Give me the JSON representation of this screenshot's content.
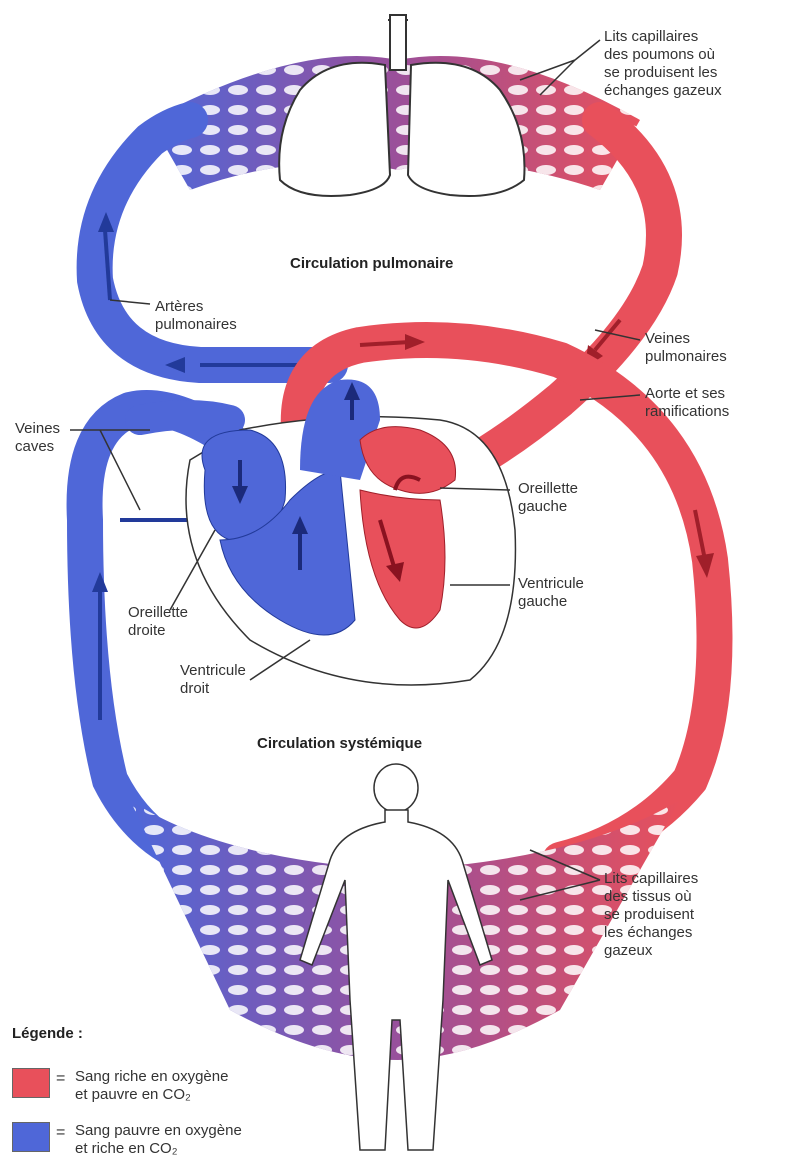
{
  "titles": {
    "pulmonary": "Circulation pulmonaire",
    "systemic": "Circulation systémique"
  },
  "labels": {
    "lung_capillaries": "Lits capillaires\ndes poumons où\nse produisent les\néchanges gazeux",
    "pulmonary_arteries": "Artères\npulmonaires",
    "pulmonary_veins": "Veines\npulmonaires",
    "aorta": "Aorte et ses\nramifications",
    "vena_cava": "Veines\ncaves",
    "left_atrium": "Oreillette\ngauche",
    "left_ventricle": "Ventricule\ngauche",
    "right_atrium": "Oreillette\ndroite",
    "right_ventricle": "Ventricule\ndroit",
    "tissue_capillaries": "Lits capillaires\ndes tissus où\nse produisent\nles échanges\ngazeux"
  },
  "legend": {
    "title": "Légende :",
    "items": [
      {
        "symbol": "=",
        "text": "Sang riche en oxygène\net pauvre en CO₂",
        "color": "#e8505b"
      },
      {
        "symbol": "=",
        "text": "Sang pauvre en oxygène\net riche en CO₂",
        "color": "#4f67d8"
      }
    ]
  },
  "colors": {
    "oxygenated": "#e8505b",
    "deoxygenated": "#4f67d8",
    "mixed_capillary": "#9a4f9a",
    "outline": "#333333"
  }
}
